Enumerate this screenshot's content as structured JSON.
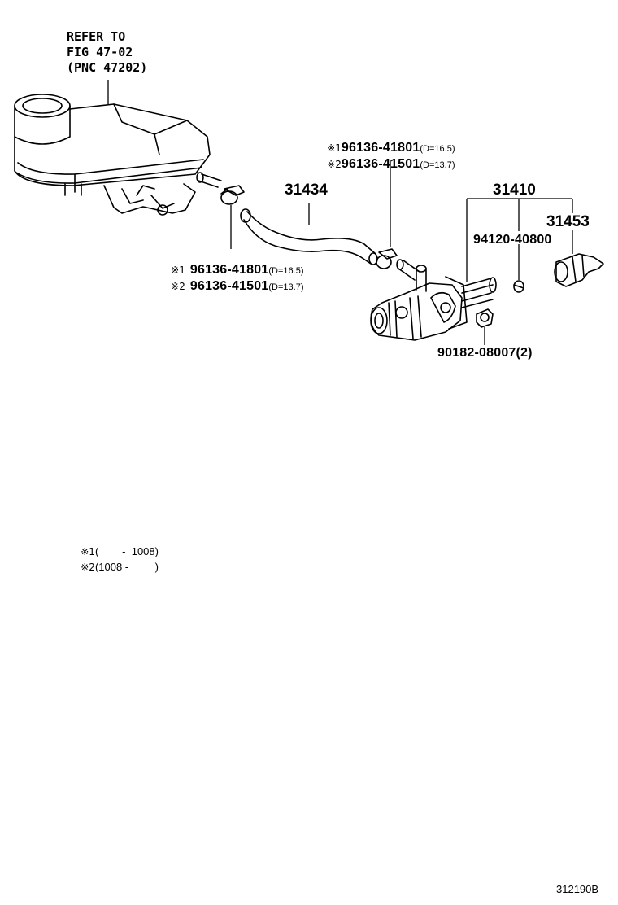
{
  "refer": {
    "line1": "REFER TO",
    "line2": "FIG 47-02",
    "line3": "(PNC 47202)"
  },
  "parts": {
    "hose": "31434",
    "cylinder": "31410",
    "boot": "31453",
    "bleeder_plug": "94120-40800",
    "nut": "90182-08007(2)",
    "clamp_upper": [
      {
        "mark": "※1",
        "number": "96136-41801",
        "spec": "(D=16.5)"
      },
      {
        "mark": "※2",
        "number": "96136-41501",
        "spec": "(D=13.7)"
      }
    ],
    "clamp_lower": [
      {
        "mark": "※1",
        "number": "96136-41801",
        "spec": "(D=16.5)"
      },
      {
        "mark": "※2",
        "number": "96136-41501",
        "spec": "(D=13.7)"
      }
    ]
  },
  "legend": [
    {
      "mark": "※1",
      "text": "(        -  1008)"
    },
    {
      "mark": "※2",
      "text": "(1008 -         )"
    }
  ],
  "figure_code": "312190B"
}
